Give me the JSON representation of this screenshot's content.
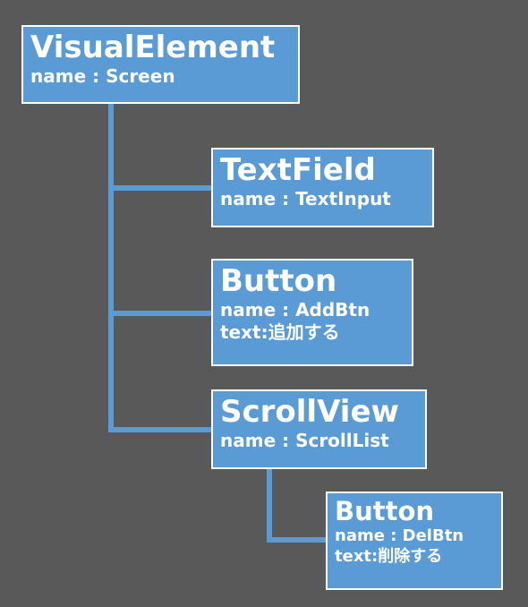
{
  "colors": {
    "background": "#595959",
    "node_fill": "#5B9BD5",
    "node_border": "#FFFFFF",
    "connector": "#5B9BD5",
    "text": "#FFFFFF"
  },
  "nodes": {
    "root": {
      "type": "VisualElement",
      "name": "name : Screen"
    },
    "textfield": {
      "type": "TextField",
      "name": "name : TextInput"
    },
    "add_button": {
      "type": "Button",
      "name": "name : AddBtn",
      "text": "text:追加する"
    },
    "scrollview": {
      "type": "ScrollView",
      "name": "name : ScrollList"
    },
    "del_button": {
      "type": "Button",
      "name": "name : DelBtn",
      "text": "text:削除する"
    }
  }
}
